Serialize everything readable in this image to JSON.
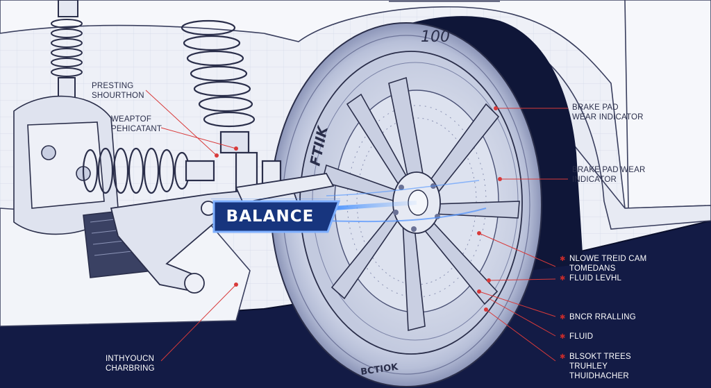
{
  "callouts": {
    "pressure_shock": [
      "PRESTING",
      "SHOURTHON"
    ],
    "weight_lubricant": [
      "WEAPTOF",
      "PEHICATANT"
    ],
    "brake_pad_1": [
      "BRAKE PAD",
      "WEAR INDICATOR"
    ],
    "brake_pad_2": [
      "BRAKE PAD WEAR",
      "INDICATOR"
    ],
    "tread_cam": [
      "NLOWE TREID CAM",
      "TOMEDANS"
    ],
    "fluid_level": [
      "FLUID LEVHL"
    ],
    "bnc_rralling": [
      "BNCR RRALLING"
    ],
    "fluid": [
      "FLUID"
    ],
    "bisokt_trees": [
      "BLSOKT TREES",
      "TRUHLEY",
      "THUIDHACHER"
    ],
    "inthyoucn": [
      "INTHYOUCN",
      "CHARBRING"
    ]
  },
  "balance_badge": "BALANCE",
  "tire_text": {
    "sidewall_top": "100",
    "sidewall_left": "FTIIK",
    "sidewall_bottom": "BCTIOK"
  },
  "colors": {
    "accent_blue": "#1f5fd6",
    "badge_fill": "#17357e",
    "leader_red": "#d83a3a",
    "ink": "#2a2e4a",
    "paper": "#eef0f7",
    "navy_floor": "#131b45"
  },
  "icons": [
    "warning-marker-icon"
  ]
}
